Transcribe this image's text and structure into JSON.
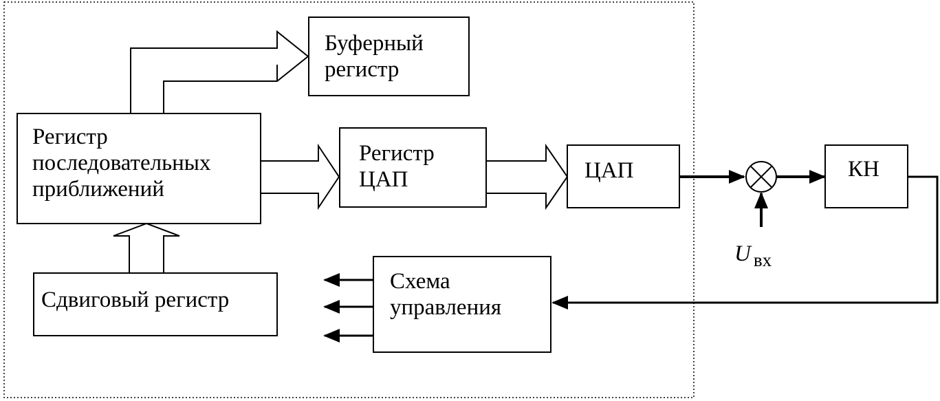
{
  "blocks": {
    "buffer_register": {
      "lines": [
        "Буферный",
        "регистр"
      ]
    },
    "sar_register": {
      "lines": [
        "Регистр",
        "последовательных",
        "приближений"
      ]
    },
    "dac_register": {
      "lines": [
        "Регистр",
        "ЦАП"
      ]
    },
    "dac": {
      "lines": [
        "ЦАП"
      ]
    },
    "comparator": {
      "lines": [
        "КН"
      ]
    },
    "shift_register": {
      "lines": [
        "Сдвиговый регистр"
      ]
    },
    "control_circuit": {
      "lines": [
        "Схема",
        "управления"
      ]
    }
  },
  "input_signal": {
    "symbol": "U",
    "subscript": "вх"
  },
  "colors": {
    "stroke": "#000000",
    "background": "#ffffff"
  }
}
